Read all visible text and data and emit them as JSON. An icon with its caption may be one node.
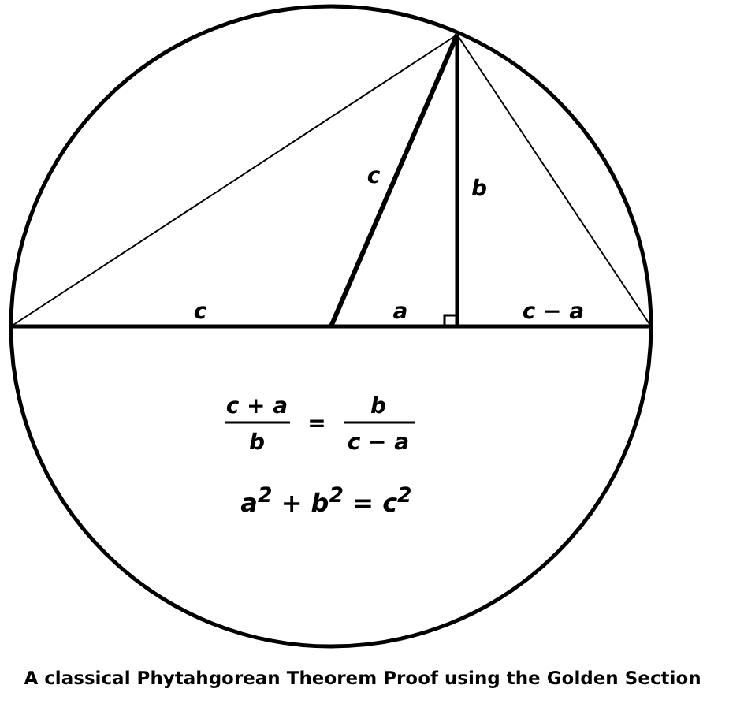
{
  "diagram": {
    "caption": "A classical Phytahgorean Theorem Proof using the Golden Section",
    "labels": [
      "c",
      "b",
      "c",
      "a",
      "c − a",
      "c + a",
      "b",
      "=",
      "b",
      "c − a",
      "a$^{2}$ + b$^{2}$ = c$^{2}$"
    ]
  }
}
